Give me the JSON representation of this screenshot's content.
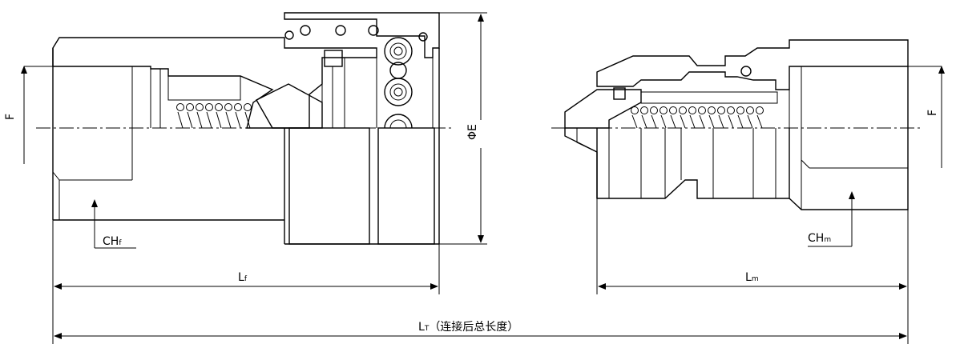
{
  "labels": {
    "ch_f": {
      "main": "CH",
      "sub": "f"
    },
    "ch_m": {
      "main": "CH",
      "sub": "m"
    },
    "l_f": {
      "main": "L",
      "sub": "f"
    },
    "l_m": {
      "main": "L",
      "sub": "m"
    },
    "l_t": {
      "main": "L",
      "sub": "T",
      "note": "（连接后总长度）"
    },
    "phi_e": "ΦE",
    "f_left": "F",
    "f_right": "F"
  }
}
